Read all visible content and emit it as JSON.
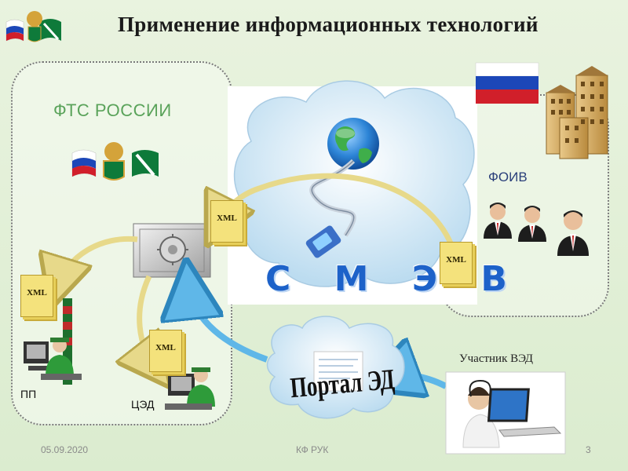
{
  "title": "Применение информационных технологий",
  "fts_label": "ФТС РОССИИ",
  "foiv_label": "ФОИВ",
  "smev_label": "С М Э В",
  "portal_label": "Портал ЭД",
  "ved_label": "Участник ВЭД",
  "pp_label": "ПП",
  "ced_label": "ЦЭД",
  "xml_label": "XML",
  "footer": {
    "date": "05.09.2020",
    "center": "КФ РУК",
    "page": "3"
  },
  "colors": {
    "cloud": "#cfe6f5",
    "arrow_yellow": "#e7d98a",
    "arrow_blue": "#5fb7e8",
    "region_border": "#7a7a7a",
    "smev_text": "#1d62c9"
  }
}
